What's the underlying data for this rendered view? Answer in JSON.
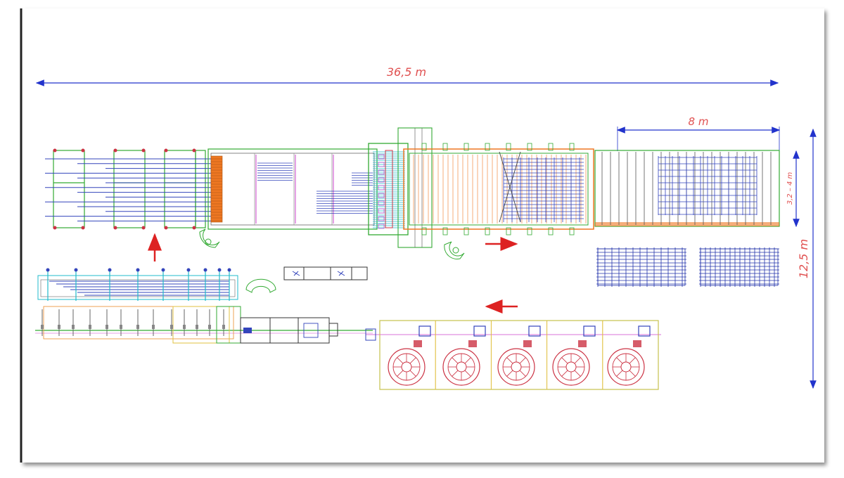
{
  "drawing": {
    "dimensions": {
      "total_length": "36,5 m",
      "total_width": "12,5 m",
      "mesh_length": "8 m",
      "mesh_width": "3,2 – 4 m"
    },
    "colors": {
      "dimension_line": "#2233cc",
      "dimension_text": "#e05050",
      "flow_arrow": "#dd2222",
      "frame_green": "#33aa33",
      "wire_blue": "#3344bb",
      "feeder_orange": "#ee7722",
      "reel_red": "#cc3344",
      "cyan": "#22bbcc",
      "magenta": "#cc44cc",
      "mesh_dark": "#444444"
    }
  }
}
